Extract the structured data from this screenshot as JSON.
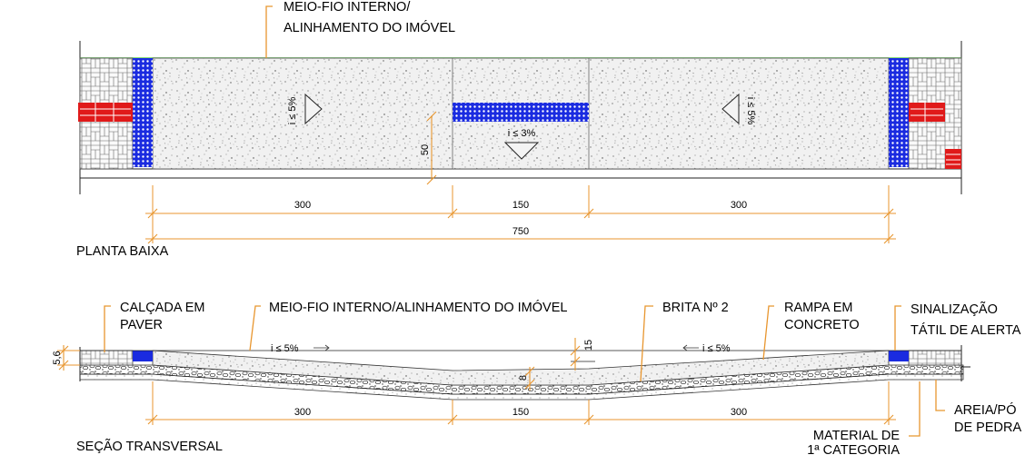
{
  "plan": {
    "label_top_line1": "MEIO-FIO INTERNO/",
    "label_top_line2": "ALINHAMENTO DO IMÓVEL",
    "slope_left": "i ≤ 5%",
    "slope_center": "i ≤ 3%",
    "slope_right": "i ≤ 5%",
    "dim_vertical": "50",
    "dim_left": "300",
    "dim_center": "150",
    "dim_right": "300",
    "dim_total": "750",
    "title": "PLANTA BAIXA"
  },
  "section": {
    "label_calcada_line1": "CALÇADA EM",
    "label_calcada_line2": "PAVER",
    "label_meiofio": "MEIO-FIO INTERNO/ALINHAMENTO DO IMÓVEL",
    "label_brita": "BRITA Nº 2",
    "label_rampa_line1": "RAMPA EM",
    "label_rampa_line2": "CONCRETO",
    "label_sinal_line1": "SINALIZAÇÃO",
    "label_sinal_line2": "TÁTIL DE ALERTA",
    "slope_left": "i ≤ 5%",
    "slope_right": "i ≤ 5%",
    "dim_left_height": "5,6",
    "dim_right_height": "15",
    "dim_center_depth": "8",
    "dim_left": "300",
    "dim_center": "150",
    "dim_right": "300",
    "label_areia_line1": "AREIA/PÓ",
    "label_areia_line2": "DE PEDRA",
    "label_material_line1": "MATERIAL DE",
    "label_material_line2": "1ª CATEGORIA",
    "title": "SEÇÃO TRANSVERSAL"
  },
  "colors": {
    "dimension": "#e8962f",
    "tactile": "#1a2be0",
    "red_block": "#e01a1a",
    "edge_green": "#5ccf4a",
    "linework": "#222222"
  }
}
